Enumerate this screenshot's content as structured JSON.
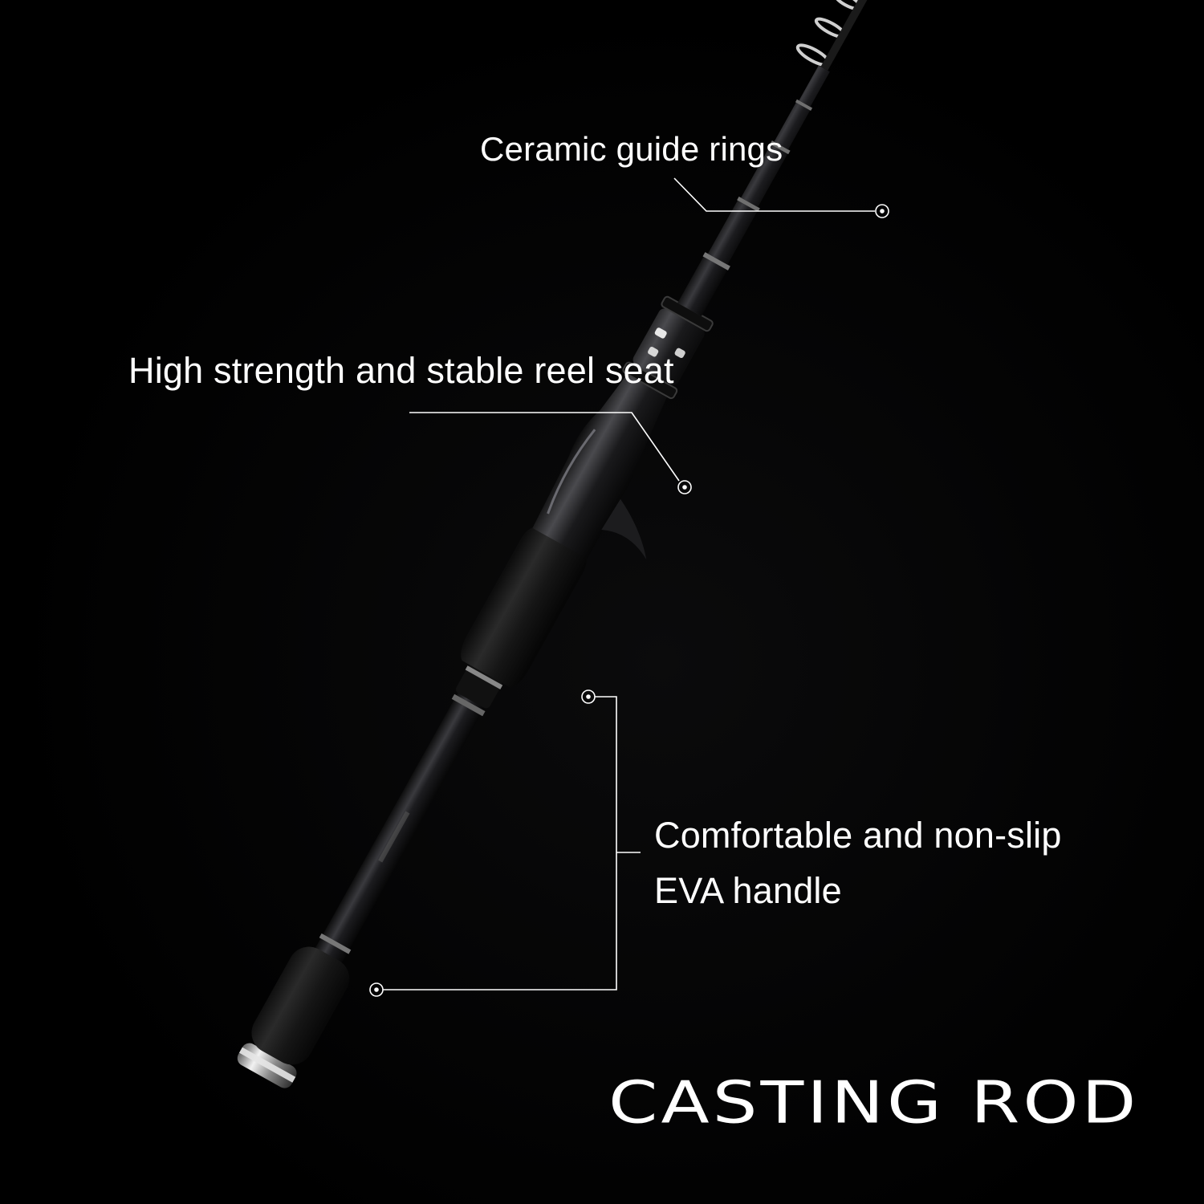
{
  "product": {
    "title": "CASTING ROD"
  },
  "callouts": {
    "guide_rings": "Ceramic guide rings",
    "reel_seat": "High strength and stable reel seat",
    "handle_line1": "Comfortable and non-slip",
    "handle_line2": "EVA handle"
  },
  "colors": {
    "background": "#000000",
    "text": "#ffffff",
    "rod": "#1a1a1c",
    "foam_grip": "#141414",
    "chrome": "#c8c8c8"
  }
}
